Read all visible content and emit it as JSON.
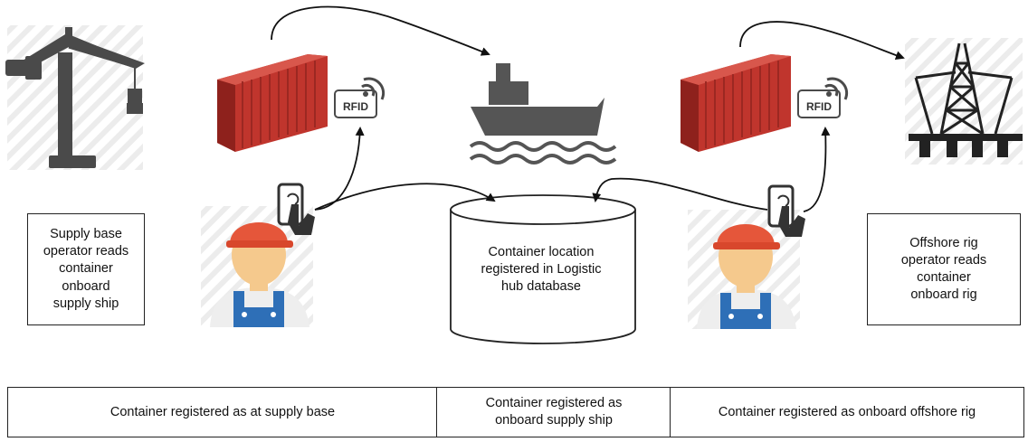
{
  "notes": {
    "supply_base_operator": "Supply base\noperator reads\ncontainer\nonboard\nsupply ship",
    "offshore_rig_operator": "Offshore rig\noperator reads\ncontainer\nonboard rig"
  },
  "database": {
    "label": "Container location\nregistered in Logistic\nhub database"
  },
  "tags": {
    "left_rfid": "RFID",
    "right_rfid": "RFID"
  },
  "stages": [
    {
      "label": "Container registered as at supply base"
    },
    {
      "label": "Container registered as\nonboard supply ship"
    },
    {
      "label": "Container registered as onboard offshore rig"
    }
  ],
  "colors": {
    "container_red": "#c0352d",
    "container_dark": "#8e211c",
    "icon_gray": "#4a4a4a",
    "helmet": "#e5563a",
    "overalls": "#2e6fb7",
    "skin": "#f5c98d",
    "hatch": "#e9e9e9"
  },
  "icons": [
    "crane-icon",
    "cargo-container-icon",
    "rfid-tag-icon",
    "cargo-ship-icon",
    "offshore-rig-icon",
    "worker-icon",
    "phone-scan-icon",
    "database-icon"
  ]
}
